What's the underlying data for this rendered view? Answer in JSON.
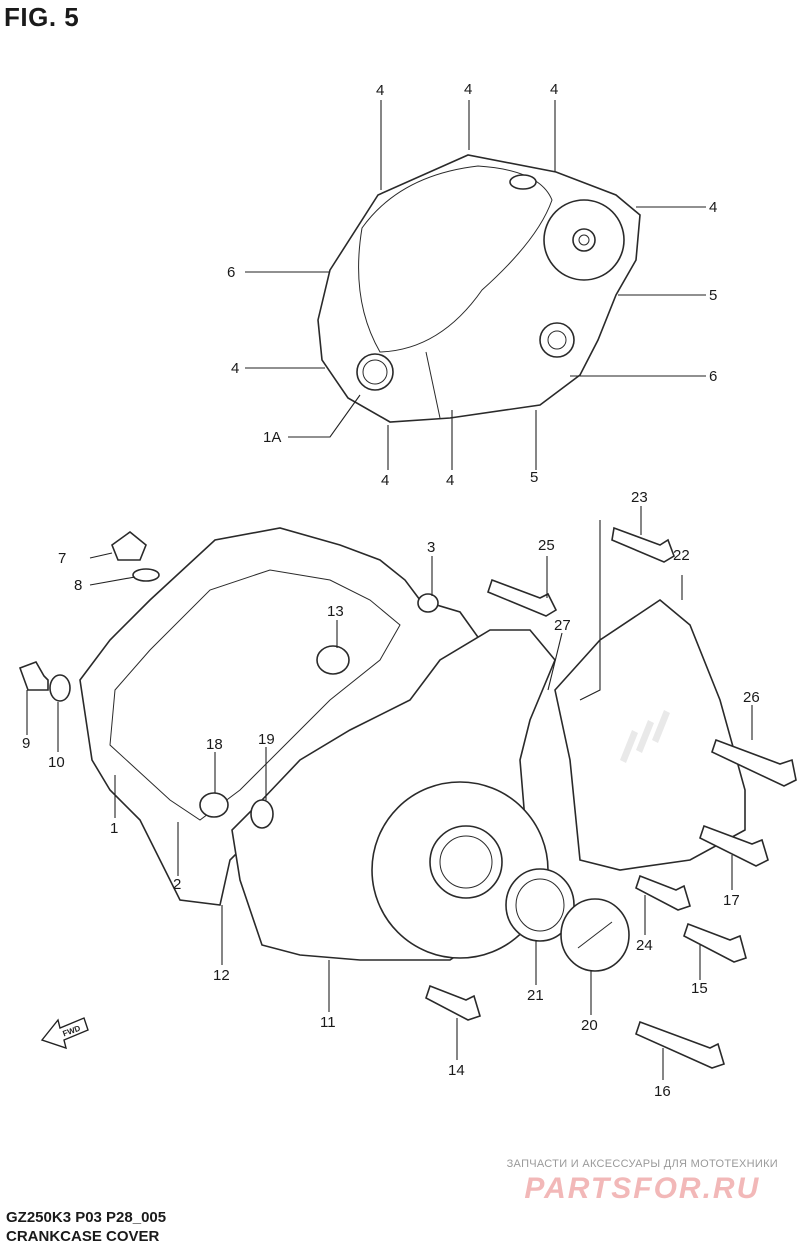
{
  "figure": {
    "title": "FIG. 5"
  },
  "callouts": [
    "4",
    "4",
    "4",
    "4",
    "4",
    "6",
    "5",
    "4",
    "6",
    "1A",
    "4",
    "5",
    "5",
    "23",
    "22",
    "25",
    "3",
    "27",
    "13",
    "7",
    "8",
    "26",
    "9",
    "10",
    "18",
    "19",
    "1",
    "2",
    "17",
    "24",
    "15",
    "12",
    "21",
    "20",
    "11",
    "14",
    "16"
  ],
  "fwd_label": "FWD",
  "footer": {
    "model": "GZ250K3 P03 P28_005",
    "name": "CRANKCASE COVER"
  },
  "watermark": {
    "tagline": "ЗАПЧАСТИ И АКСЕССУАРЫ ДЛЯ МОТОТЕХНИКИ",
    "logo": "PARTSFOR.RU"
  }
}
